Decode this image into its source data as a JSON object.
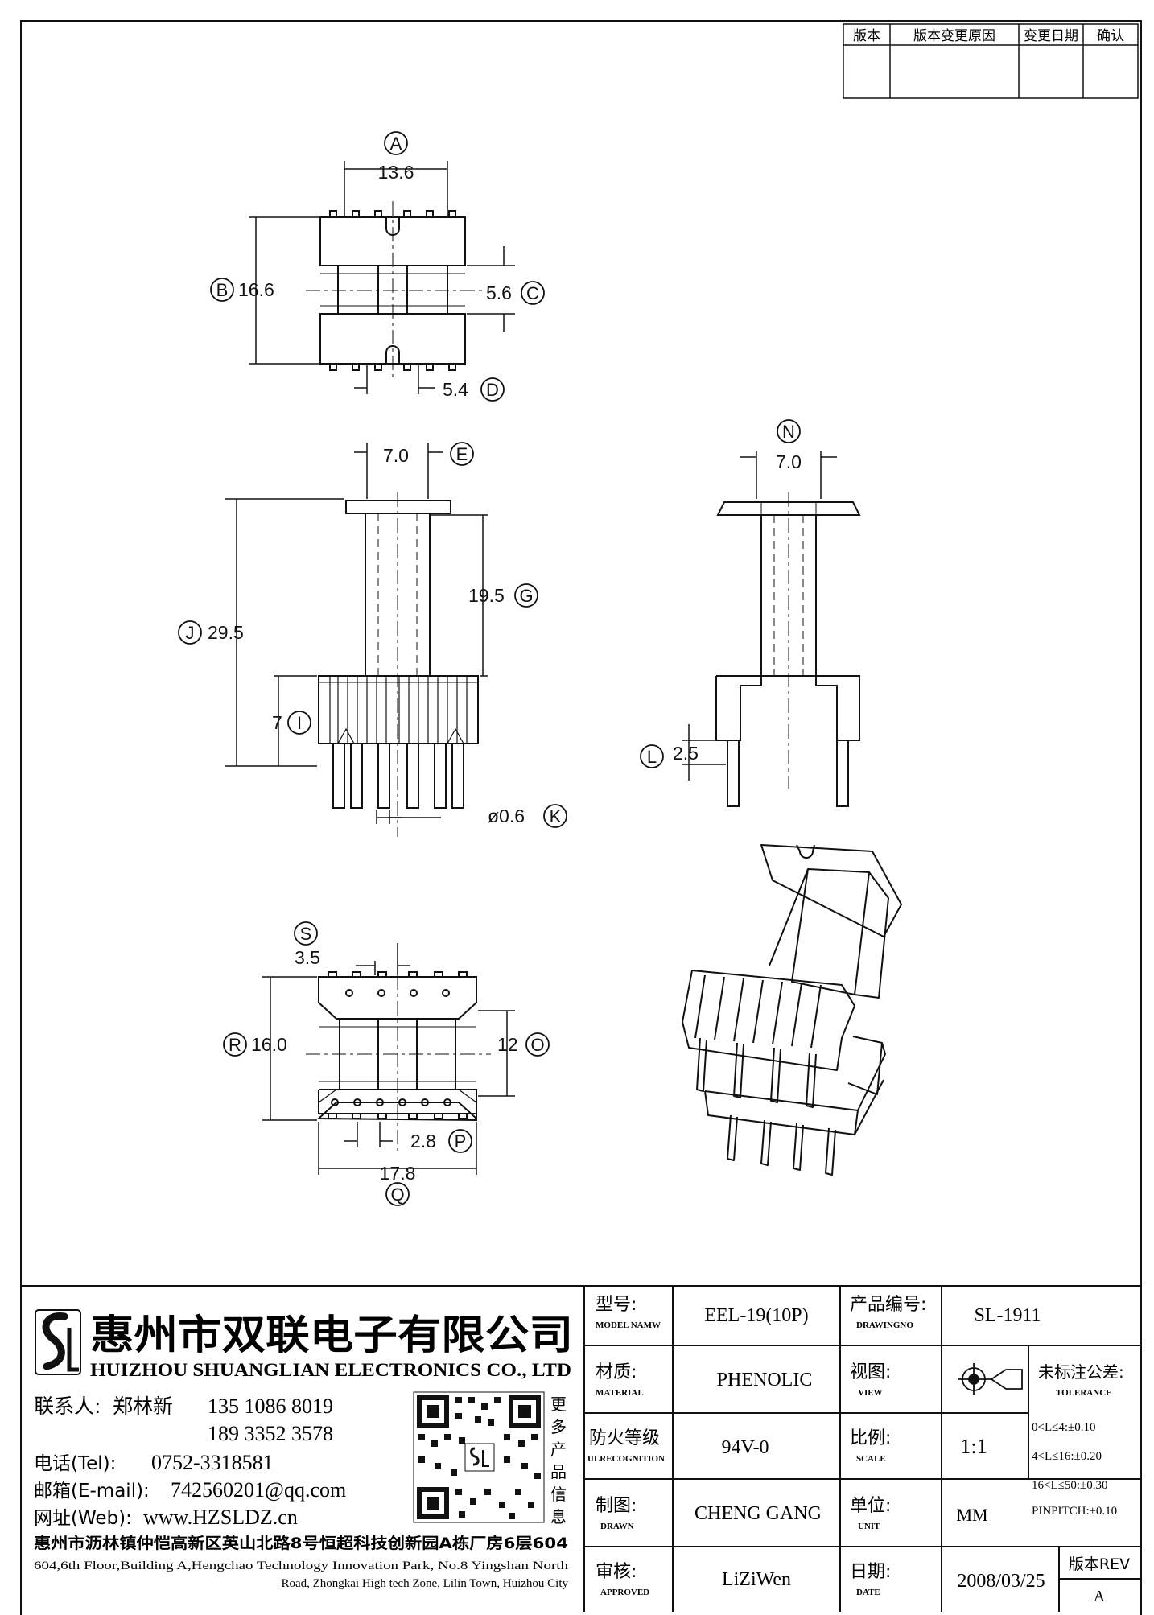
{
  "revision_table": {
    "headers": [
      "版本",
      "版本变更原因",
      "变更日期",
      "确认"
    ]
  },
  "views": {
    "top": {
      "A": {
        "label": "A",
        "value": "13.6"
      },
      "B": {
        "label": "B",
        "value": "16.6"
      },
      "C": {
        "label": "C",
        "value": "5.6"
      },
      "D": {
        "label": "D",
        "value": "5.4"
      }
    },
    "front": {
      "E": {
        "label": "E",
        "value": "7.0"
      },
      "G": {
        "label": "G",
        "value": "19.5"
      },
      "J": {
        "label": "J",
        "value": "29.5"
      },
      "I": {
        "label": "I",
        "value": "7"
      },
      "K": {
        "label": "K",
        "value": "ø0.6"
      }
    },
    "side": {
      "N": {
        "label": "N",
        "value": "7.0"
      },
      "L": {
        "label": "L",
        "value": "2.5"
      }
    },
    "bottom": {
      "S": {
        "label": "S",
        "value": "3.5"
      },
      "R": {
        "label": "R",
        "value": "16.0"
      },
      "O": {
        "label": "O",
        "value": "12"
      },
      "P": {
        "label": "P",
        "value": "2.8"
      },
      "Q": {
        "label": "Q",
        "value": "17.8"
      }
    }
  },
  "company": {
    "logo_letters": "SL",
    "name_cn": "惠州市双联电子有限公司",
    "name_en": "HUIZHOU SHUANGLIAN ELECTRONICS CO., LTD",
    "contact_label": "联系人:",
    "contact_name": "郑林新",
    "phone1": "135 1086 8019",
    "phone2": "189 3352 3578",
    "tel_label": "电话(Tel):",
    "tel": "0752-3318581",
    "email_label": "邮箱(E-mail):",
    "email": "742560201@qq.com",
    "web_label": "网址(Web):",
    "web": "www.HZSLDZ.cn",
    "qr_caption": [
      "更",
      "多",
      "产",
      "品",
      "信",
      "息"
    ],
    "address_cn": "惠州市沥林镇仲恺高新区英山北路8号恒超科技创新园A栋厂房6层604",
    "address_en_1": "604,6th Floor,Building A,Hengchao Technology Innovation Park, No.8 Yingshan North",
    "address_en_2": "Road, Zhongkai High tech Zone, Lilin Town, Huizhou City"
  },
  "title_block": {
    "model_label_cn": "型号:",
    "model_label_en": "MODEL NAMW",
    "model": "EEL-19(10P)",
    "drawno_label_cn": "产品编号:",
    "drawno_label_en": "DRAWINGNO",
    "drawno": "SL-1911",
    "material_label_cn": "材质:",
    "material_label_en": "MATERIAL",
    "material": "PHENOLIC",
    "view_label_cn": "视图:",
    "view_label_en": "VIEW",
    "tol_label_cn": "未标注公差:",
    "tol_label_en": "TOLERANCE",
    "fire_label_cn": "防火等级",
    "fire_label_en": "ULRECOGNITION",
    "fire": "94V-0",
    "scale_label_cn": "比例:",
    "scale_label_en": "SCALE",
    "scale": "1:1",
    "tol1": "0<L≤4:±0.10",
    "tol2": "4<L≤16:±0.20",
    "tol3": "16<L≤50:±0.30",
    "tol4": "PINPITCH:±0.10",
    "drawn_label_cn": "制图:",
    "drawn_label_en": "DRAWN",
    "drawn": "CHENG GANG",
    "unit_label_cn": "单位:",
    "unit_label_en": "UNIT",
    "unit": "MM",
    "approved_label_cn": "审核:",
    "approved_label_en": "APPROVED",
    "approved": "LiZiWen",
    "date_label_cn": "日期:",
    "date_label_en": "DATE",
    "date": "2008/03/25",
    "rev_label": "版本REV",
    "rev": "A"
  }
}
